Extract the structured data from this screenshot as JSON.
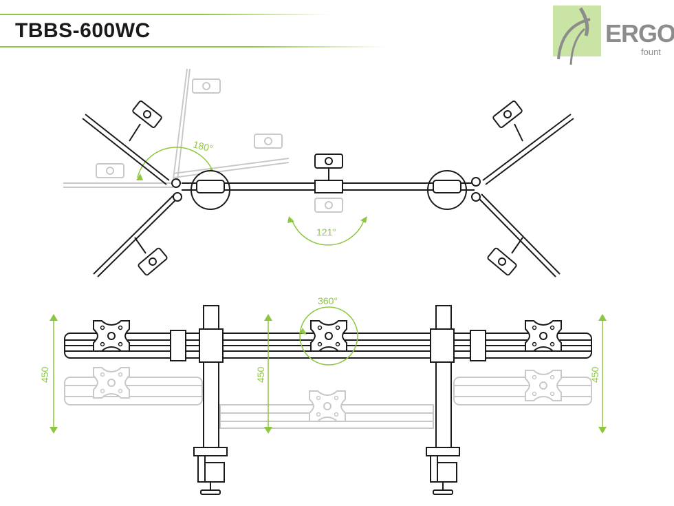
{
  "header": {
    "title": "TBBS-600WC",
    "accent_color": "#8dc63f"
  },
  "logo": {
    "brand": "ERGO",
    "sub": "fount",
    "icon": "ergofount-leaf-logo"
  },
  "top_view": {
    "rotation_label": "180°",
    "tilt_label": "121°"
  },
  "front_view": {
    "rotate_label": "360°",
    "height_left": "450",
    "height_center": "450",
    "height_right": "450"
  },
  "colors": {
    "accent": "#8dc63f",
    "line": "#1a1a1a",
    "ghost": "#c8c8c8"
  }
}
